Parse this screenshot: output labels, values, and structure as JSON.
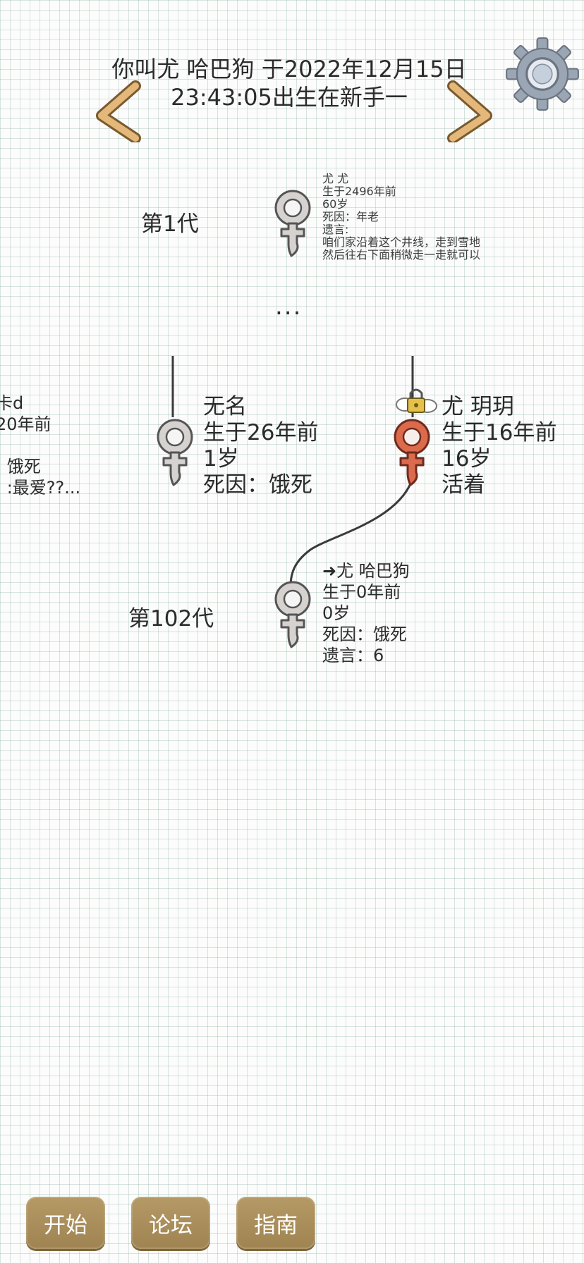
{
  "header": {
    "title_line1": "你叫尤 哈巴狗 于2022年12月15日",
    "title_line2": "23:43:05出生在新手一"
  },
  "generations": {
    "first_label": "第1代",
    "current_label": "第102代",
    "ellipsis": "..."
  },
  "ancestor": {
    "name": "尤 尤",
    "born": "生于2496年前",
    "age": "60岁",
    "death": "死因：年老",
    "last_words_label": "遗言:",
    "last_words_1": "咱们家沿着这个井线，走到雪地",
    "last_words_2": "然后往右下面稍微走一走就可以"
  },
  "left_partial": {
    "line1": "卡d",
    "line2": "20年前",
    "line3": "",
    "line4": ": 饿死",
    "line5": ": :最爱??..."
  },
  "sibling": {
    "name": "无名",
    "born": "生于26年前",
    "age": "1岁",
    "death": "死因：饿死"
  },
  "mother": {
    "name": "尤 玥玥",
    "born": "生于16年前",
    "age": "16岁",
    "status": "活着"
  },
  "self": {
    "name": "➜尤 哈巴狗",
    "born": "生于0年前",
    "age": "0岁",
    "death": "死因：饿死",
    "last_words": "遗言：6"
  },
  "bottom_nav": {
    "start": "开始",
    "forum": "论坛",
    "guide": "指南"
  },
  "colors": {
    "button": "#a68b58",
    "grid": "#b4c9c1",
    "female_gray": "#c9c6c3",
    "female_red": "#d9634a"
  }
}
